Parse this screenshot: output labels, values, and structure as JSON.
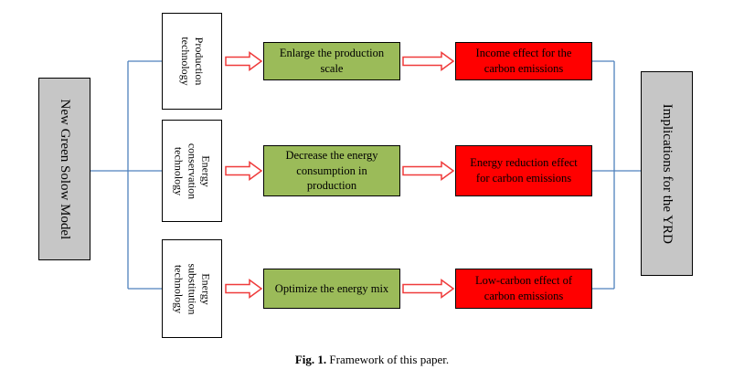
{
  "left_box": {
    "label": "New Green Solow Model"
  },
  "right_box": {
    "label": "Implications for the YRD"
  },
  "rows": [
    {
      "tech": "Production technology",
      "action": "Enlarge the production scale",
      "effect": "Income effect for the carbon emissions"
    },
    {
      "tech": "Energy conservation technology",
      "action": "Decrease the energy consumption in production",
      "effect": "Energy reduction effect for carbon emissions"
    },
    {
      "tech": "Energy substitution technology",
      "action": "Optimize the energy mix",
      "effect": "Low-carbon effect of carbon emissions"
    }
  ],
  "caption": {
    "label": "Fig. 1.",
    "text": " Framework of this paper."
  },
  "colors": {
    "green": "#9bbb59",
    "red": "#ff0000",
    "gray": "#c6c6c6",
    "blue": "#4f81bd",
    "arrow": "#ef3b3b"
  }
}
